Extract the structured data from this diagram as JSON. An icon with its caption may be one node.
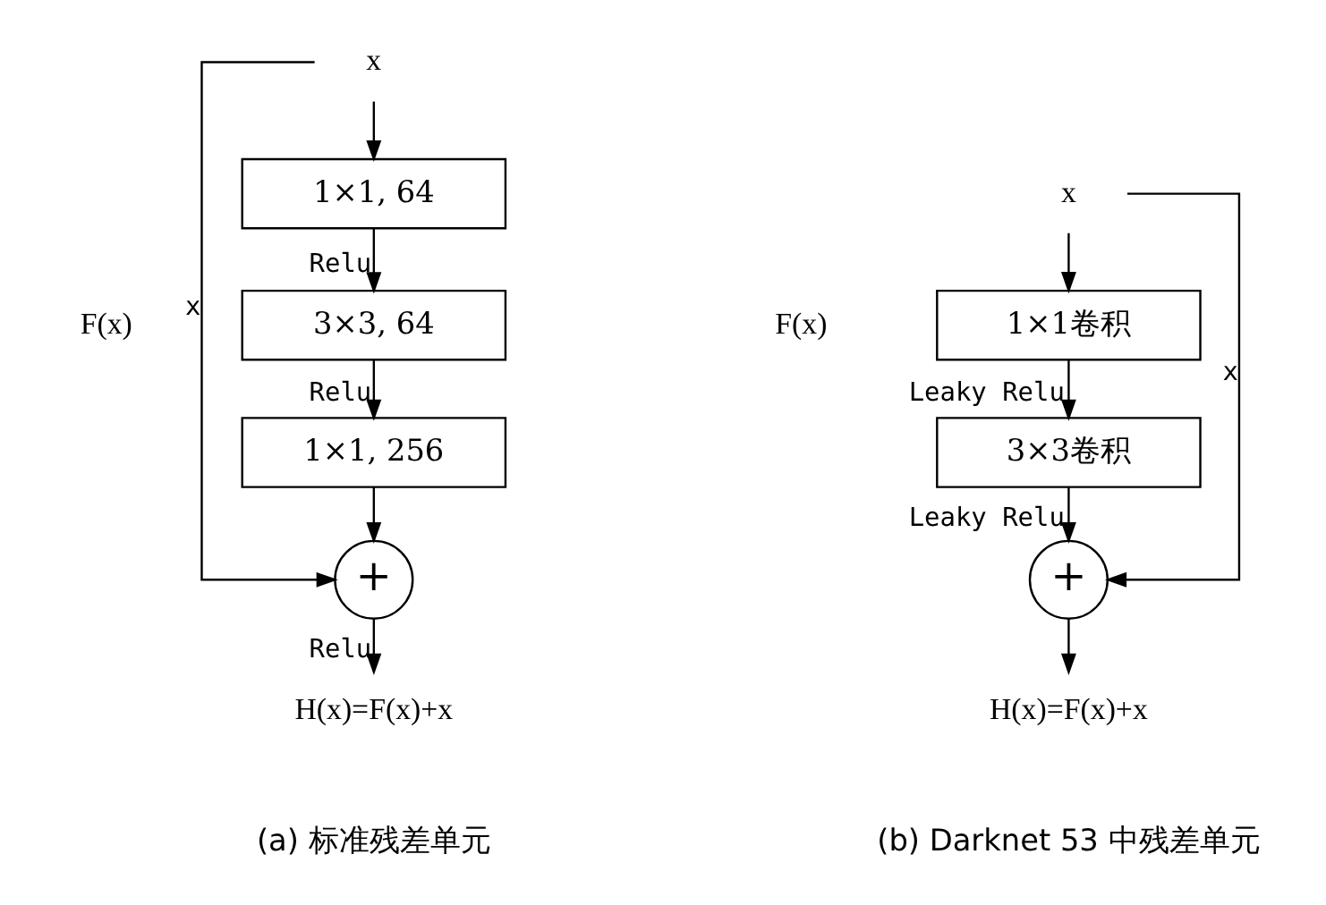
{
  "diagram": {
    "nodes": [
      {
        "text": [
          "x"
        ]
      },
      {
        "text": [
          "1×1, 64"
        ]
      },
      {
        "text": [
          "3×3, 64"
        ]
      },
      {
        "text": [
          "1×1, 256"
        ]
      },
      {
        "text": [
          "+"
        ]
      },
      {
        "text": [
          "H(x)=F(x)+x"
        ]
      },
      {
        "text": [
          "x"
        ]
      },
      {
        "text": [
          "1×1卷积"
        ]
      },
      {
        "text": [
          "3×3卷积"
        ]
      },
      {
        "text": [
          "+"
        ]
      },
      {
        "text": [
          "H(x)=F(x)+x"
        ]
      }
    ],
    "edges": [
      {
        "from": 0,
        "to": 1,
        "arrow": "to"
      },
      {
        "from": 1,
        "to": 2,
        "arrow": "to",
        "label": "Relu"
      },
      {
        "from": 2,
        "to": 3,
        "arrow": "to",
        "label": "Relu"
      },
      {
        "from": 3,
        "to": 4,
        "arrow": "to"
      },
      {
        "from": 0,
        "to": 4,
        "arrow": "to",
        "label": "x"
      },
      {
        "from": 4,
        "to": 5,
        "arrow": "to",
        "label": "Relu"
      },
      {
        "from": 6,
        "to": 7,
        "arrow": "to"
      },
      {
        "from": 7,
        "to": 8,
        "arrow": "to",
        "label": "Leaky Relu"
      },
      {
        "from": 8,
        "to": 9,
        "arrow": "to",
        "label": "Leaky Relu"
      },
      {
        "from": 6,
        "to": 9,
        "arrow": "to",
        "label": "x"
      },
      {
        "from": 9,
        "to": 10,
        "arrow": "to"
      }
    ],
    "labels": [
      "F(x)",
      "F(x)",
      "(a) 标准残差单元",
      "(b) Darknet 53 中残差单元"
    ]
  }
}
